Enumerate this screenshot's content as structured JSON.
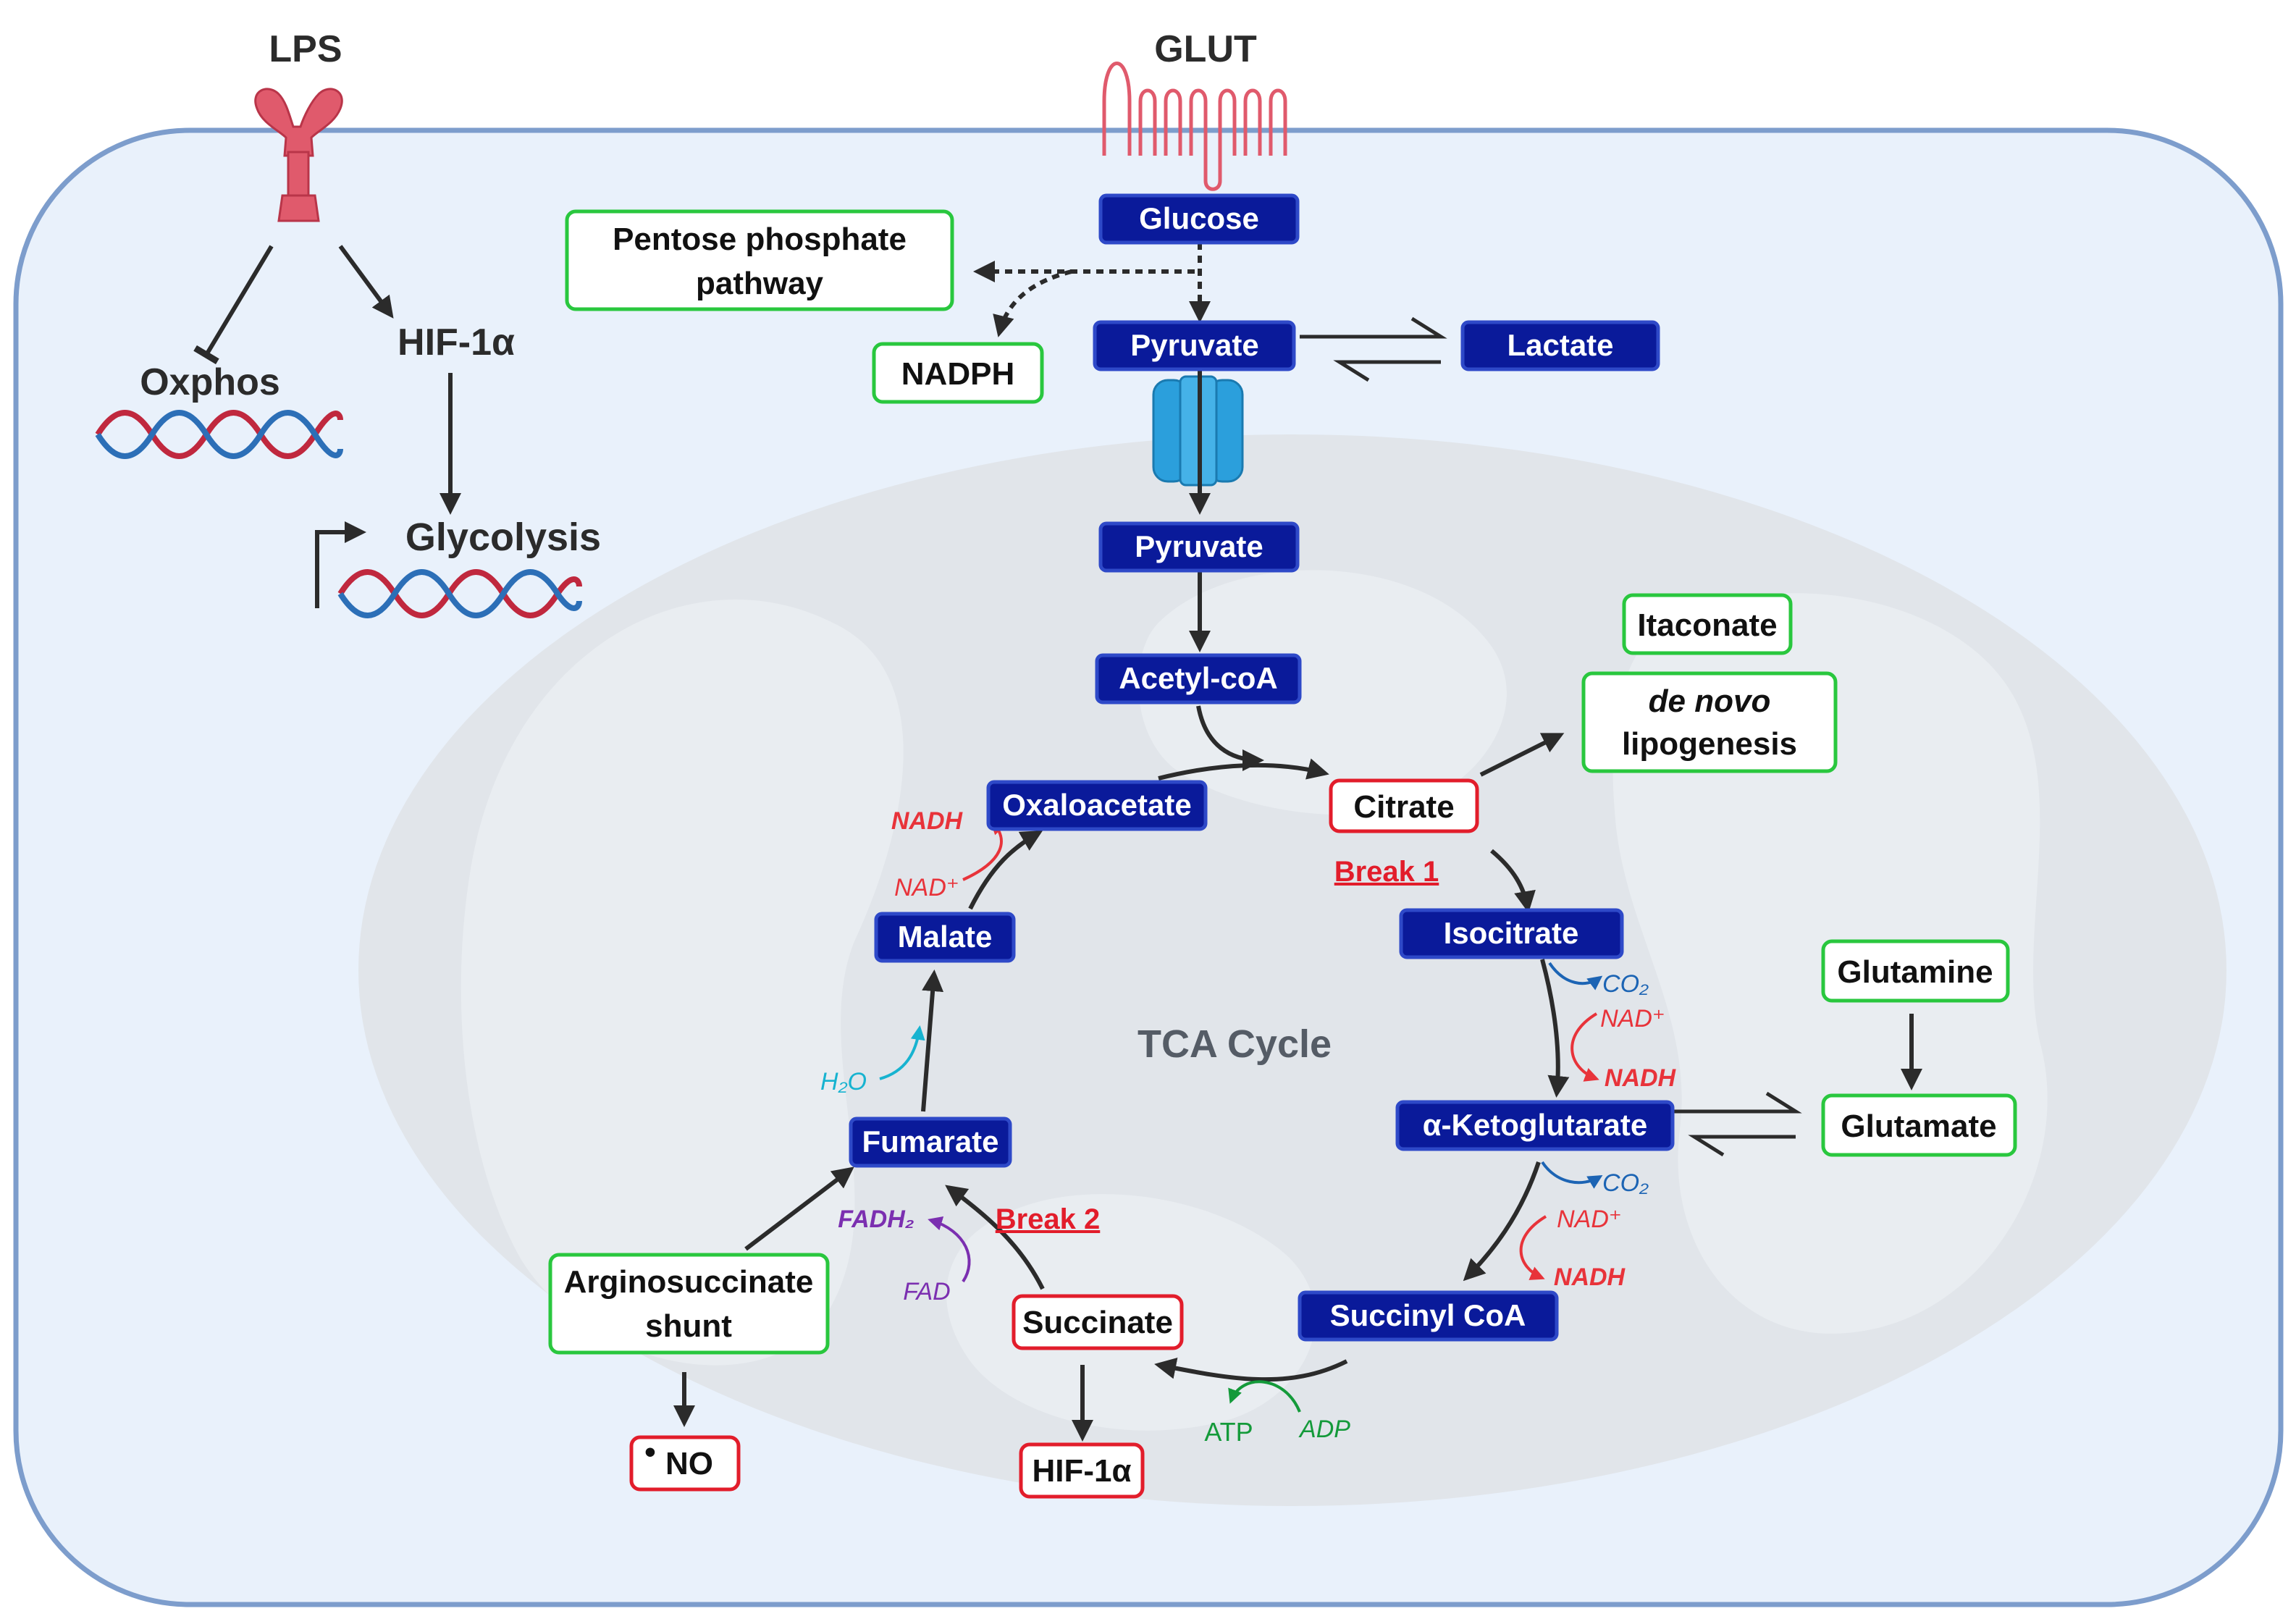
{
  "labels": {
    "lps": "LPS",
    "glut": "GLUT",
    "hif_top": "HIF-1α",
    "oxphos": "Oxphos",
    "glycolysis": "Glycolysis",
    "tca_cycle": "TCA Cycle",
    "break1": "Break 1",
    "break2": "Break 2"
  },
  "metabolites": {
    "glucose": "Glucose",
    "pyruvate_cyto": "Pyruvate",
    "lactate": "Lactate",
    "pyruvate_mito": "Pyruvate",
    "acetyl_coa": "Acetyl-coA",
    "oxaloacetate": "Oxaloacetate",
    "malate": "Malate",
    "fumarate": "Fumarate",
    "isocitrate": "Isocitrate",
    "alpha_kg": "α-Ketoglutarate",
    "succinyl_coa": "Succinyl CoA"
  },
  "green_boxes": {
    "ppp_line1": "Pentose phosphate",
    "ppp_line2": "pathway",
    "nadph": "NADPH",
    "itaconate": "Itaconate",
    "lipo_line1": "de novo",
    "lipo_line2": "lipogenesis",
    "glutamine": "Glutamine",
    "glutamate": "Glutamate",
    "argino_line1": "Arginosuccinate",
    "argino_line2": "shunt"
  },
  "red_boxes": {
    "citrate": "Citrate",
    "succinate": "Succinate",
    "hif_bottom": "HIF-1α",
    "no_dot": "•",
    "no": "NO"
  },
  "cofactors": {
    "nadh_oaa": "NADH",
    "nad_oaa": "NAD⁺",
    "co2_iso": "CO₂",
    "nad_iso": "NAD⁺",
    "nadh_iso": "NADH",
    "co2_akg": "CO₂",
    "nad_akg": "NAD⁺",
    "nadh_akg": "NADH",
    "h2o": "H₂O",
    "fadh2": "FADH₂",
    "fad": "FAD",
    "atp": "ATP",
    "adp": "ADP"
  },
  "colors": {
    "cell_fill": "#e9f1fb",
    "cell_stroke": "#7d9dcc",
    "mito_fill": "#e1e5ea",
    "blue_box": "#0a1a9a",
    "green_border": "#29c73e",
    "red_border": "#e21d2b",
    "nad_red": "#e8333a",
    "co2_blue": "#1c64b4",
    "water_cyan": "#17b3d0",
    "fad_purple": "#7b2fb0",
    "atp_green": "#149a3a",
    "lps_pink": "#e05a6c",
    "transporter_blue": "#2b9fdc"
  }
}
